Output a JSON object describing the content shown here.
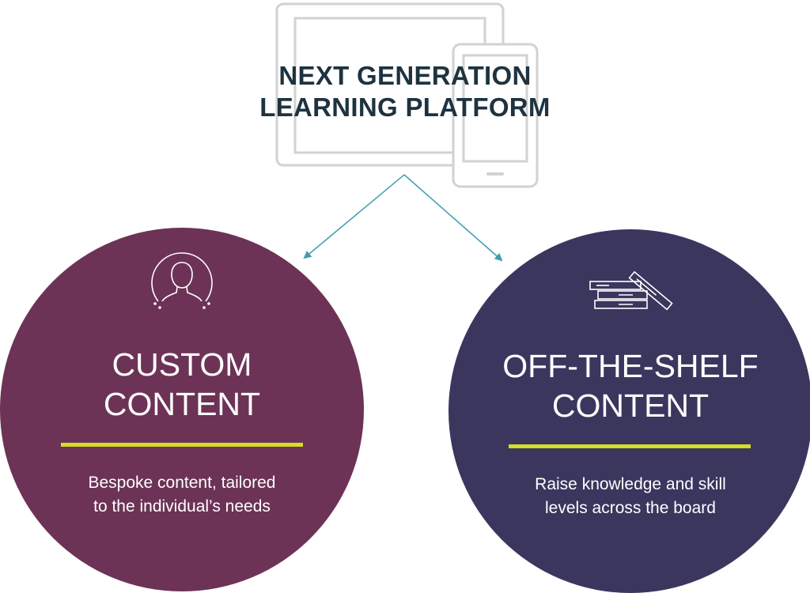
{
  "header": {
    "title_line1": "NEXT GENERATION",
    "title_line2": "LEARNING PLATFORM",
    "icon": "monitor-tablet-icon"
  },
  "custom": {
    "icon": "person-profile-icon",
    "title_line1": "CUSTOM",
    "title_line2": "CONTENT",
    "desc_line1": "Bespoke content, tailored",
    "desc_line2": "to the individual’s needs"
  },
  "shelf": {
    "icon": "stacked-books-icon",
    "title_line1": "OFF-THE-SHELF",
    "title_line2": "CONTENT",
    "desc_line1": "Raise knowledge and skill",
    "desc_line2": "levels across the board"
  },
  "colors": {
    "title_text": "#1e3340",
    "custom_circle": "#6c3356",
    "shelf_circle": "#3a365e",
    "divider": "#d4dd26",
    "connector": "#3f9db0",
    "device_outline": "#d2d2d2"
  }
}
